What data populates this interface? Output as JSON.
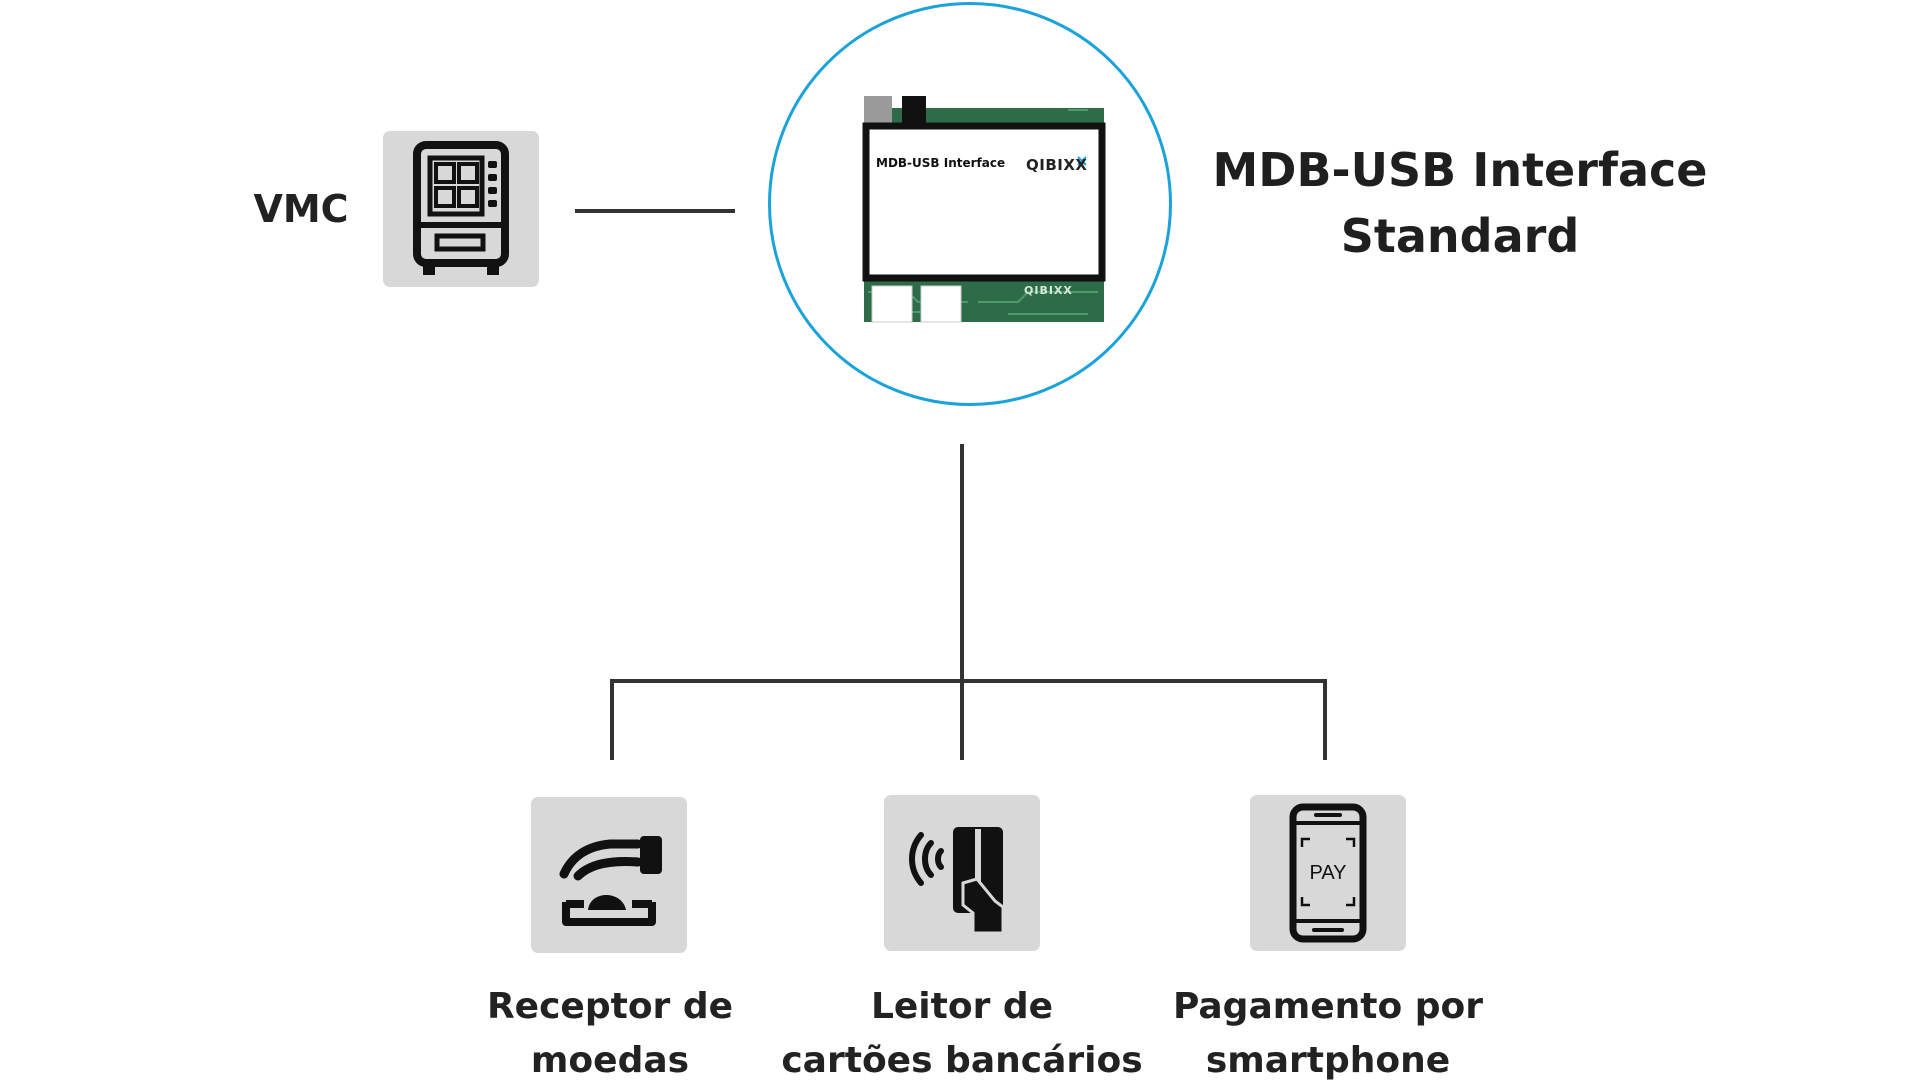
{
  "vmc": {
    "label": "VMC",
    "icon": "vending-machine-icon"
  },
  "interface": {
    "title_line1": "MDB-USB Interface",
    "title_line2": "Standard",
    "board_label": "MDB-USB Interface",
    "brand": "QIBIXX",
    "brand_tagline": "",
    "pcb_marking": "QIBIXX",
    "icon": "circuit-board-icon"
  },
  "devices": [
    {
      "label_line1": "Receptor de",
      "label_line2": "moedas",
      "icon": "coin-acceptor-icon"
    },
    {
      "label_line1": "Leitor de",
      "label_line2": "cartões bancários",
      "icon": "contactless-card-reader-icon"
    },
    {
      "label_line1": "Pagamento por",
      "label_line2": "smartphone",
      "icon": "smartphone-pay-icon",
      "pay_text": "PAY"
    }
  ],
  "colors": {
    "circle_border": "#1aa3db",
    "tile_background": "#d8d8d8",
    "connector_line": "#333333",
    "pcb_green": "#2e6b47"
  }
}
